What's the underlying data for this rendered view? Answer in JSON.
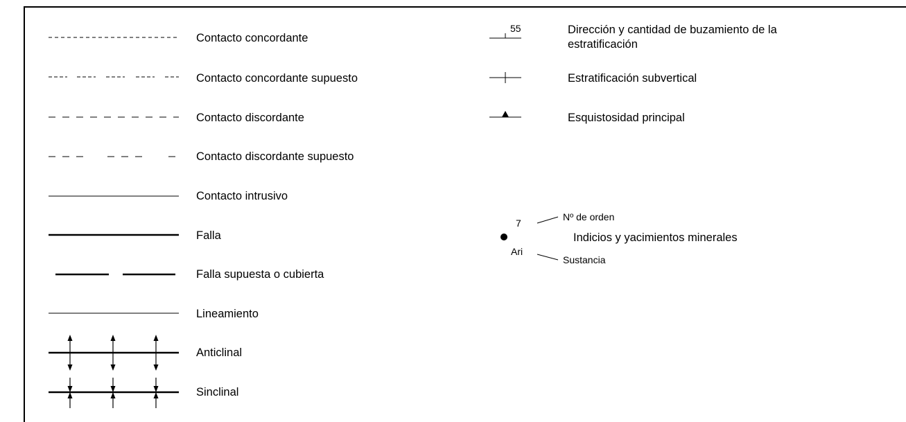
{
  "legend": {
    "contacts": [
      {
        "label": "Contacto concordante",
        "symbol": "short-dashed-line"
      },
      {
        "label": "Contacto concordante supuesto",
        "symbol": "grouped-dashed-line"
      },
      {
        "label": "Contacto discordante",
        "symbol": "dashed-line"
      },
      {
        "label": "Contacto discordante supuesto",
        "symbol": "sparse-dashed-line"
      },
      {
        "label": "Contacto intrusivo",
        "symbol": "thin-solid-line"
      },
      {
        "label": "Falla",
        "symbol": "thick-solid-line"
      },
      {
        "label": "Falla supuesta o cubierta",
        "symbol": "thick-broken-line"
      },
      {
        "label": "Lineamiento",
        "symbol": "thin-solid-line"
      },
      {
        "label": "Anticlinal",
        "symbol": "anticline"
      },
      {
        "label": "Sinclinal",
        "symbol": "syncline"
      }
    ],
    "structures": {
      "dip_value": "55",
      "dip_label": "Dirección y cantidad de buzamiento de la estratificación",
      "subvertical_label": "Estratificación subvertical",
      "schistosity_label": "Esquistosidad principal"
    },
    "mineral": {
      "order_number": "7",
      "order_label": "Nº de orden",
      "main_label": "Indicios y yacimientos minerales",
      "substance_code": "Ari",
      "substance_label": "Sustancia"
    }
  }
}
